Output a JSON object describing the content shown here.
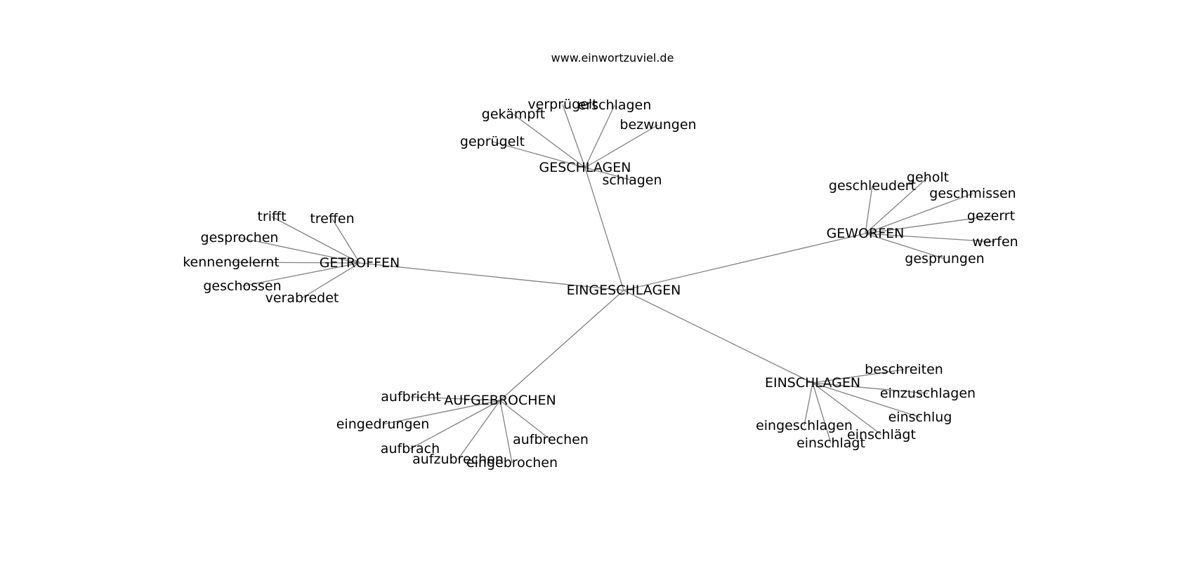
{
  "header": {
    "site": "www.einwortzuviel.de"
  },
  "graph": {
    "root": {
      "id": "root",
      "label": "EINGESCHLAGEN"
    },
    "groups": [
      {
        "id": "geschlagen",
        "label": "GESCHLAGEN",
        "children": [
          "gekämpft",
          "verprügelt",
          "erschlagen",
          "bezwungen",
          "geprügelt",
          "schlagen"
        ]
      },
      {
        "id": "getroffen",
        "label": "GETROFFEN",
        "children": [
          "trifft",
          "treffen",
          "gesprochen",
          "kennengelernt",
          "geschossen",
          "verabredet"
        ]
      },
      {
        "id": "geworfen",
        "label": "GEWORFEN",
        "children": [
          "geschleudert",
          "geholt",
          "geschmissen",
          "gezerrt",
          "werfen",
          "gesprungen"
        ]
      },
      {
        "id": "aufgebrochen",
        "label": "AUFGEBROCHEN",
        "children": [
          "aufbricht",
          "eingedrungen",
          "aufbrach",
          "aufzubrechen",
          "eingebrochen",
          "aufbrechen"
        ]
      },
      {
        "id": "einschlagen",
        "label": "EINSCHLAGEN",
        "children": [
          "beschreiten",
          "einzuschlagen",
          "einschlug",
          "einschlägt",
          "einschlagt",
          "eingeschlagen"
        ]
      }
    ]
  }
}
